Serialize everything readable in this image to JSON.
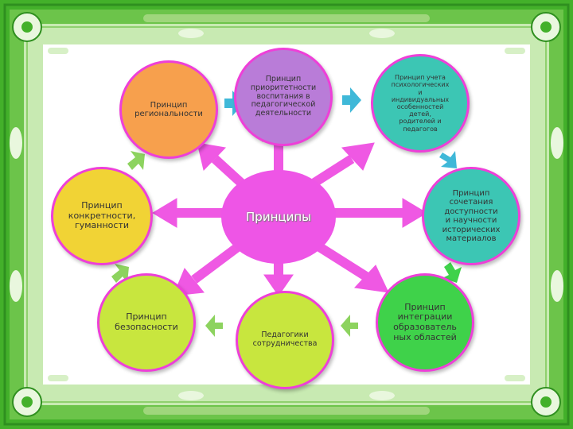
{
  "colors": {
    "frame_green": "#43b02a",
    "frame_light": "#c8eab2",
    "hub": "#ee55e6",
    "spoke": "#ef58e3",
    "node_border": "#ee3fd8",
    "arrow_blue": "#3fb8d8",
    "arrow_green": "#8dd35f",
    "orange": "#f7a04d",
    "purple": "#b97cd8",
    "teal": "#3cc6b4",
    "yellow": "#f1d335",
    "light_green": "#c8e63e",
    "green": "#3fd24a"
  },
  "diagram": {
    "center_label": "Принципы",
    "nodes": [
      {
        "id": "regional",
        "label": "Принцип\nрегиональности",
        "color": "#f7a04d"
      },
      {
        "id": "priority",
        "label": "Принцип\nприоритетности\nвоспитания  в\nпедагогической\nдеятельности",
        "color": "#b97cd8"
      },
      {
        "id": "psych",
        "label": "Принцип учета\nпсихологических\nи\nиндивидуальных\nособенностей\nдетей,\nродителей  и\nпедагогов",
        "color": "#3cc6b4"
      },
      {
        "id": "concrete",
        "label": "Принцип\nконкретности,\nгуманности",
        "color": "#f1d335"
      },
      {
        "id": "accessibility",
        "label": "Принцип\nсочетания\nдоступности\nи  научности\nисторических\nматериалов",
        "color": "#3cc6b4"
      },
      {
        "id": "safety",
        "label": "Принцип\nбезопасности",
        "color": "#c8e63e"
      },
      {
        "id": "cooperation",
        "label": "Педагогики\nсотрудничества",
        "color": "#c8e63e"
      },
      {
        "id": "integration",
        "label": "Принцип\nинтеграции\nобразователь\nных областей",
        "color": "#3fd24a"
      }
    ]
  }
}
